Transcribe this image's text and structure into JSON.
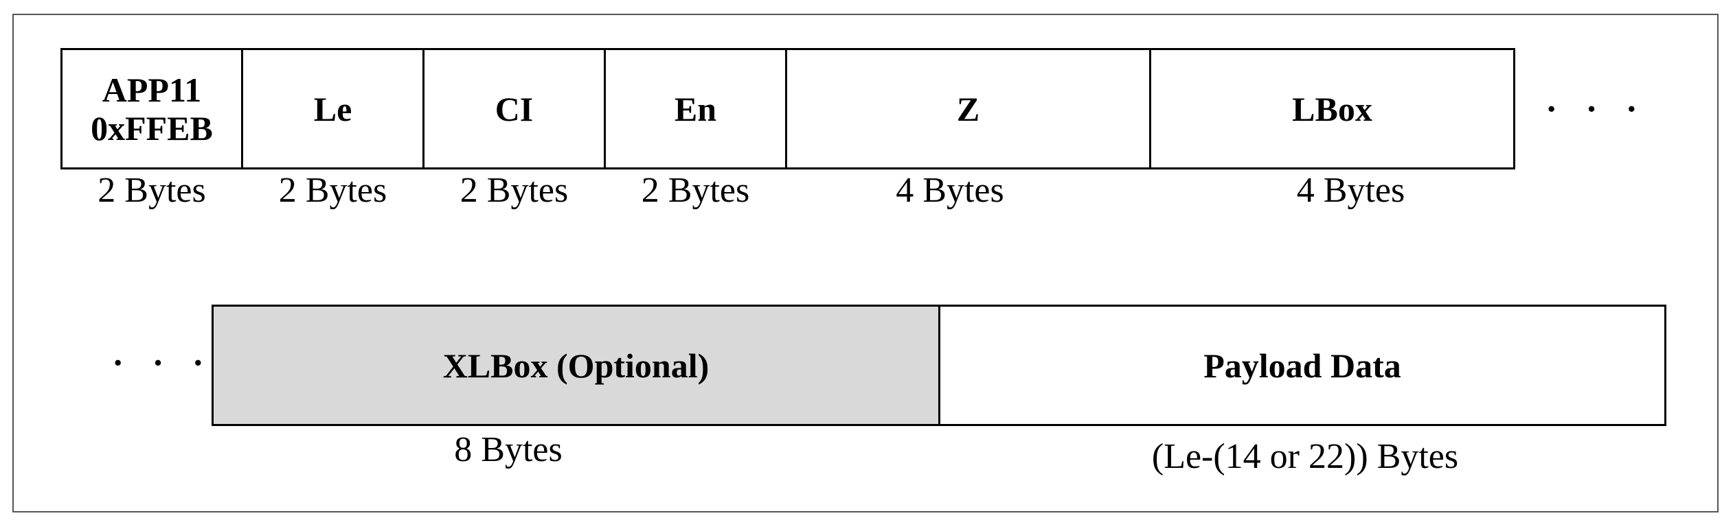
{
  "row1": {
    "fields": [
      {
        "name": "APP11\n0xFFEB",
        "size": "2 Bytes"
      },
      {
        "name": "Le",
        "size": "2 Bytes"
      },
      {
        "name": "CI",
        "size": "2 Bytes"
      },
      {
        "name": "En",
        "size": "2 Bytes"
      },
      {
        "name": "Z",
        "size": "4 Bytes"
      },
      {
        "name": "LBox",
        "size": "4 Bytes"
      }
    ],
    "continuation": "· · ·"
  },
  "row2": {
    "leading": "· · ·",
    "fields": [
      {
        "name": "XLBox (Optional)",
        "size": "8 Bytes",
        "optional": true
      },
      {
        "name": "Payload Data",
        "size": "(Le-(14 or 22)) Bytes",
        "optional": false
      }
    ]
  },
  "colors": {
    "optional_fill": "#d9d9d9",
    "border": "#000000"
  }
}
